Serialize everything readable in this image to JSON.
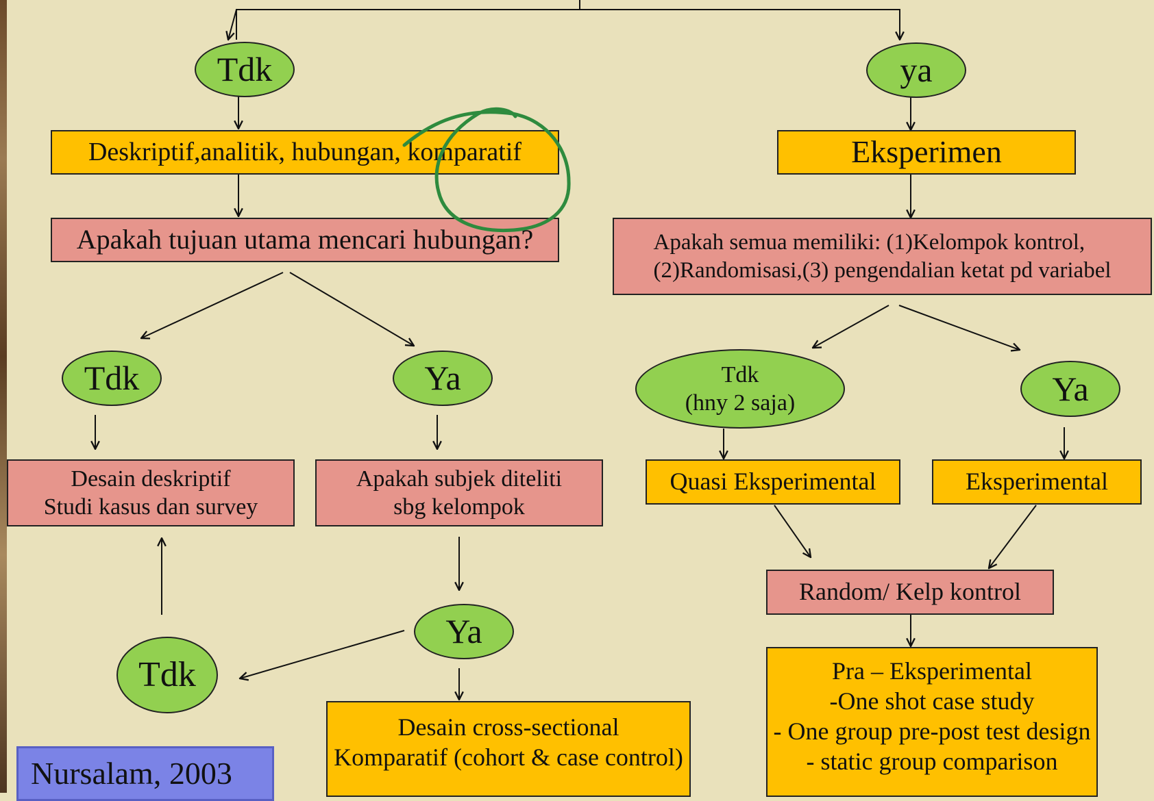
{
  "colors": {
    "background": "#e9e1bb",
    "box_yellow": "#ffc000",
    "box_pink": "#e6958c",
    "oval_green": "#92d050",
    "ref_box": "#7b83e6",
    "annotation": "#2e8b3e"
  },
  "nodes": {
    "tdk_top": "Tdk",
    "ya_top": "ya",
    "deskriptif": "Deskriptif,analitik, hubungan, komparatif",
    "eksperimen": "Eksperimen",
    "q_hubungan": "Apakah tujuan utama mencari hubungan?",
    "q_semua": "Apakah semua memiliki: (1)Kelompok kontrol,\n(2)Randomisasi,(3) pengendalian ketat pd variabel",
    "tdk_left": "Tdk",
    "ya_mid": "Ya",
    "tdk_hny": "Tdk\n(hny 2 saja)",
    "ya_right": "Ya",
    "desain_deskriptif": "Desain deskriptif\nStudi kasus dan survey",
    "q_subjek": "Apakah subjek diteliti\nsbg kelompok",
    "quasi": "Quasi Eksperimental",
    "eksperimental": "Eksperimental",
    "random": "Random/ Kelp kontrol",
    "ya_lower": "Ya",
    "tdk_lower": "Tdk",
    "cross_sectional": "Desain cross-sectional\nKomparatif (cohort & case control)",
    "pra": "Pra – Eksperimental\n-One shot case study\n- One group pre-post test design\n- static group comparison",
    "reference": "Nursalam, 2003"
  }
}
